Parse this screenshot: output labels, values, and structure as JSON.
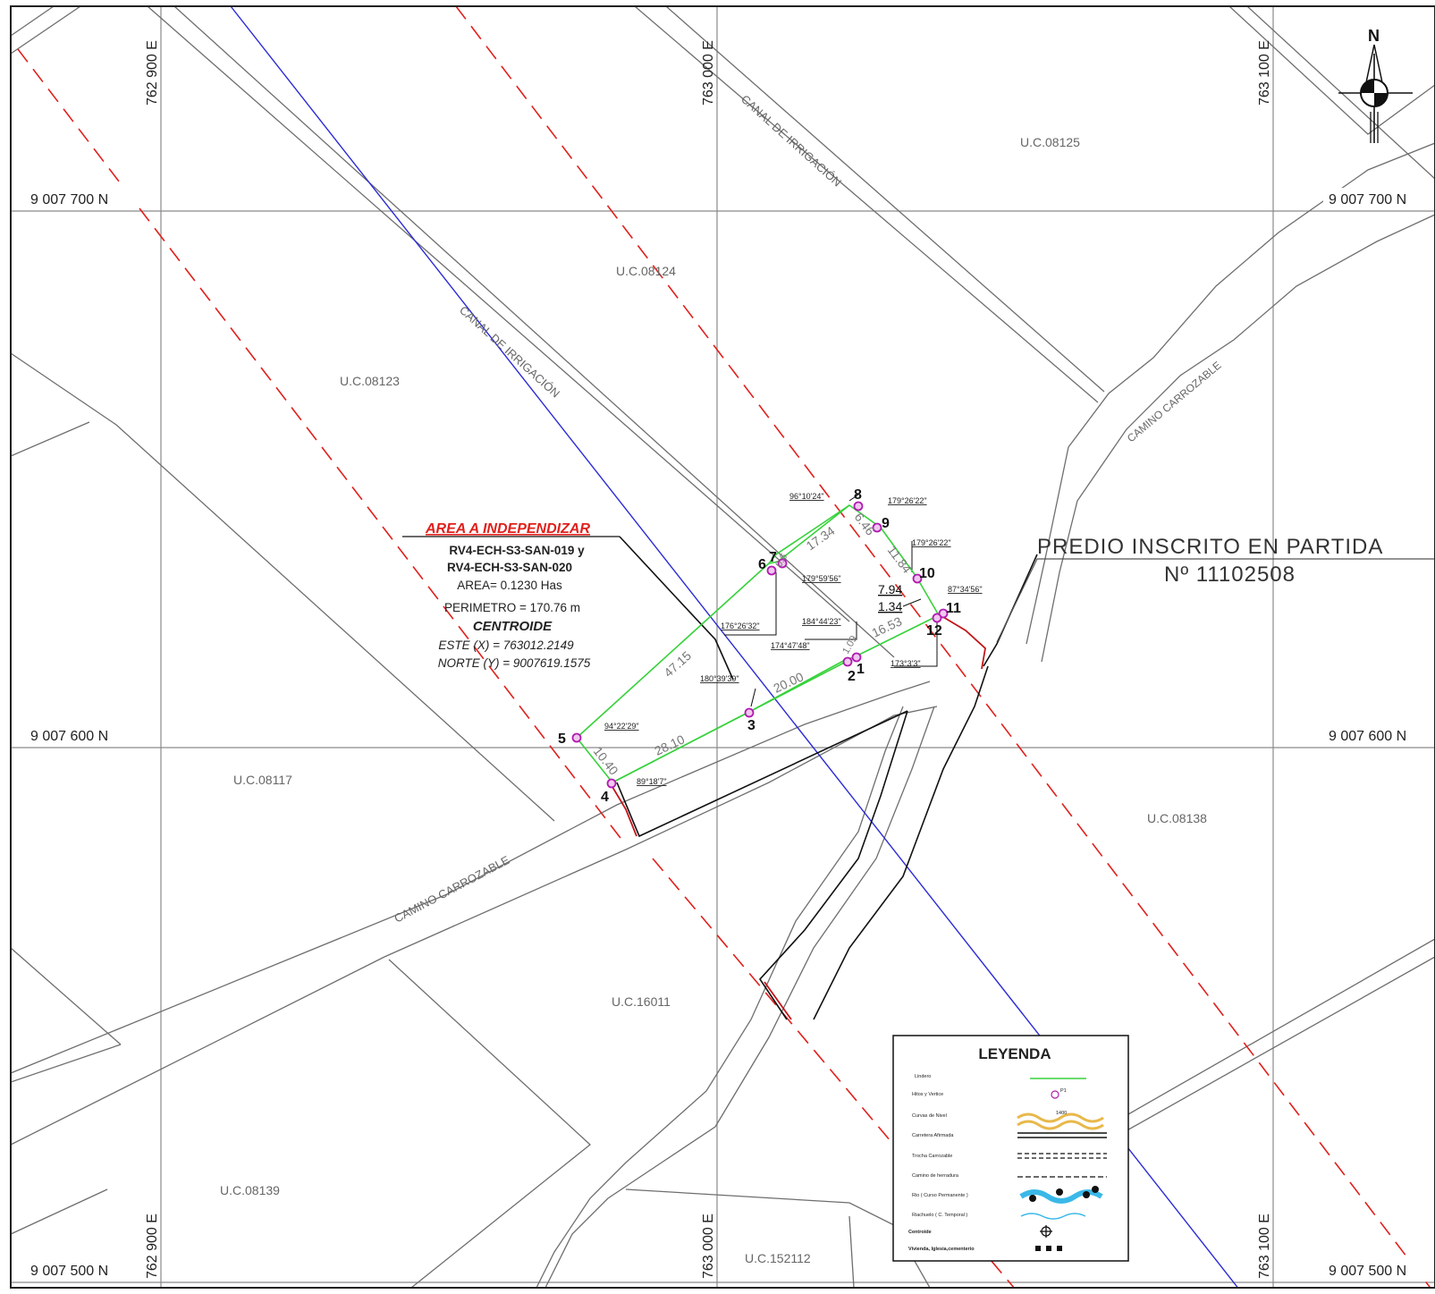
{
  "north_label": "N",
  "grid": {
    "east_labels": [
      "762 900 E",
      "763 000 E",
      "763 100 E"
    ],
    "north_labels": [
      "9 007 700 N",
      "9 007 600 N",
      "9 007 500 N"
    ]
  },
  "parcels": [
    "U.C.08125",
    "U.C.08124",
    "U.C.08123",
    "U.C.08117",
    "U.C.08138",
    "U.C.16011",
    "U.C.08139",
    "U.C.152112"
  ],
  "features": {
    "canal_1": "CANAL DE IRRIGACIÓN",
    "canal_2": "CANAL DE IRRIGACIÓN",
    "road_1": "CAMINO CARROZABLE",
    "road_2": "CAMINO CARROZABLE"
  },
  "partida": {
    "line1": "PREDIO INSCRITO EN PARTIDA",
    "line2": "Nº 11102508"
  },
  "area_info": {
    "title": "AREA A INDEPENDIZAR",
    "code1": "RV4-ECH-S3-SAN-019 y",
    "code2": "RV4-ECH-S3-SAN-020",
    "area": "AREA= 0.1230 Has",
    "perimeter": "PERIMETRO = 170.76 m",
    "centroid_title": "CENTROIDE",
    "este": "ESTE (X)  = 763012.2149",
    "norte": "NORTE (Y) = 9007619.1575"
  },
  "vertices": [
    "1",
    "2",
    "3",
    "4",
    "5",
    "6",
    "7",
    "8",
    "9",
    "10",
    "11",
    "12"
  ],
  "angles": [
    "96°10'24\"",
    "179°26'22\"",
    "179°26'22\"",
    "179°59'56\"",
    "176°26'32\"",
    "184°44'23\"",
    "87°34'56\"",
    "174°47'48\"",
    "173°3'3\"",
    "180°39'39\"",
    "94°22'29\"",
    "89°18'7\""
  ],
  "distances": [
    "17.34",
    "6.46",
    "11.84",
    "47.15",
    "7.94",
    "1.34",
    "16.53",
    "1.09",
    "0.6",
    "20.00",
    "28.10",
    "10.40"
  ],
  "legend": {
    "title": "LEYENDA",
    "items": [
      "Lindero",
      "Hitos y Vertice",
      "Curvas de Nivel",
      "Carretera Afirmada",
      "Trocha Carrozable",
      "Camino de herradura",
      "Rio ( Curso Permanente )",
      "Riachuelo ( C. Temporal )",
      "Centroide",
      "Vivienda, Iglesia,cementerio"
    ],
    "p1_tag": "P1",
    "contour_tag": "1400"
  }
}
